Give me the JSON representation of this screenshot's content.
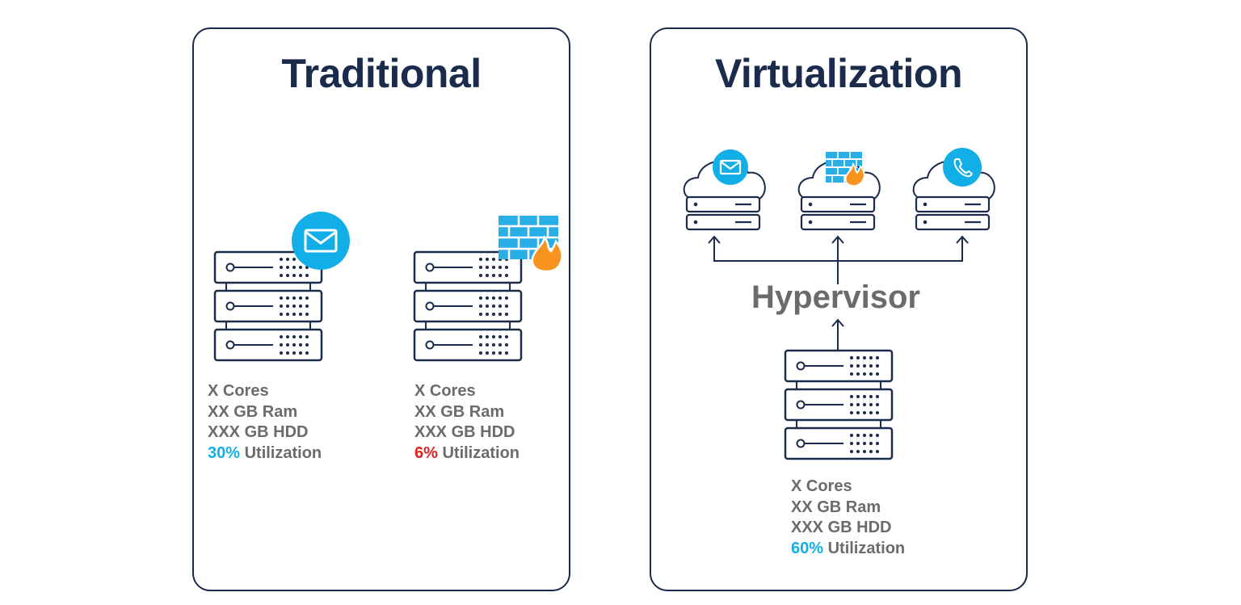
{
  "panels": {
    "traditional": {
      "title": "Traditional",
      "servers": [
        {
          "icon": "mail-icon",
          "cores": "X Cores",
          "ram": "XX GB Ram",
          "hdd": "XXX GB HDD",
          "utilization_value": "30%",
          "utilization_suffix": " Utilization",
          "utilization_color": "#12aee8"
        },
        {
          "icon": "firewall-icon",
          "cores": "X Cores",
          "ram": "XX GB Ram",
          "hdd": "XXX GB HDD",
          "utilization_value": "6%",
          "utilization_suffix": " Utilization",
          "utilization_color": "#e02020"
        }
      ]
    },
    "virtualization": {
      "title": "Virtualization",
      "clouds": [
        {
          "icon": "mail-icon"
        },
        {
          "icon": "firewall-icon"
        },
        {
          "icon": "phone-icon"
        }
      ],
      "hypervisor_label": "Hypervisor",
      "host": {
        "cores": "X Cores",
        "ram": "XX GB Ram",
        "hdd": "XXX GB HDD",
        "utilization_value": "60%",
        "utilization_suffix": " Utilization",
        "utilization_color": "#12aee8"
      }
    }
  },
  "colors": {
    "navy": "#1b2b4b",
    "gray_text": "#6b6b6b",
    "accent_blue": "#12aee8",
    "flame_orange": "#f7931e",
    "alert_red": "#e02020"
  }
}
